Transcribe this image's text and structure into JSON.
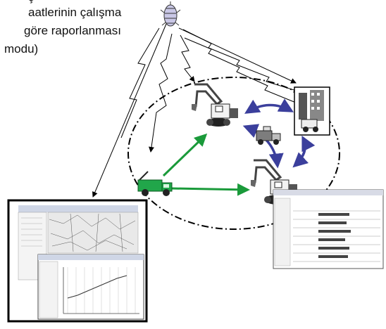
{
  "caption": {
    "lines": [
      "ş",
      "aatlerinin çalışma",
      "göre raporlanması",
      "modu)"
    ]
  },
  "colors": {
    "ellipse": "#000000",
    "green_arrows": "#1a9a3a",
    "blue_arrows": "#3b3f9c",
    "wireless": "#000000",
    "screen_frame": "#000000"
  },
  "nodes": {
    "satellite": "satellite-icon",
    "service_truck": "tow-truck-icon",
    "excavator_top": "excavator-icon",
    "excavator_bottom": "excavator-icon",
    "dump_truck": "dump-truck-icon",
    "office": "office-building-icon",
    "map_monitor": "monitor-map-screen",
    "chart_monitor": "monitor-chart-screen",
    "table_monitor": "monitor-table-screen"
  }
}
